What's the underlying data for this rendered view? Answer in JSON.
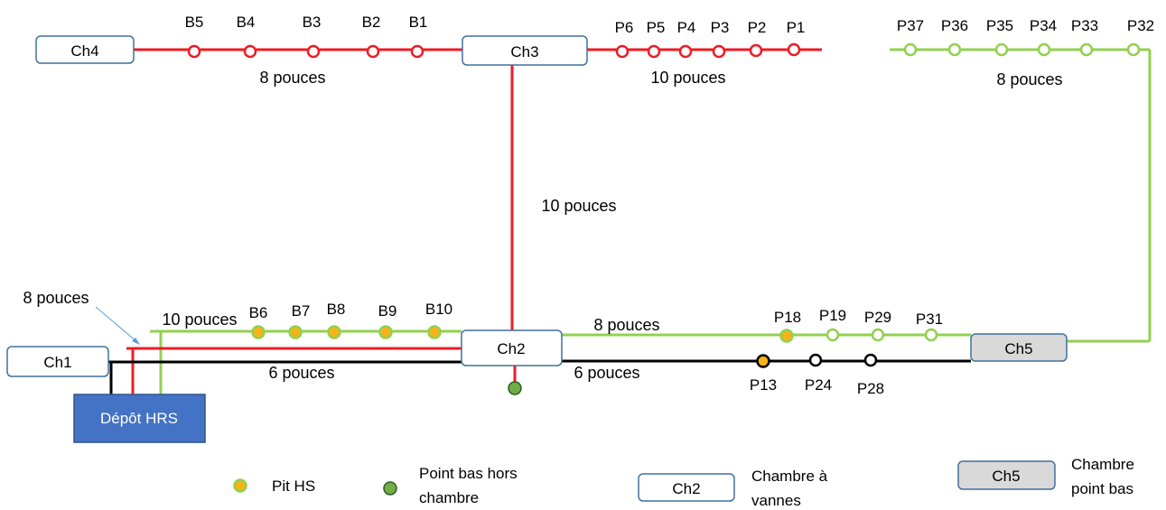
{
  "colors": {
    "red": "#ee1c25",
    "green": "#92d050",
    "black": "#000000",
    "pit_fill": "#f6b21a",
    "low_point_fill": "#70ad47",
    "low_point_stroke": "#2f5f1f",
    "depot_fill": "#4472c4",
    "depot_stroke": "#2f528f",
    "chamber_gray": "#d9d9d9",
    "chamber_stroke": "#41719c"
  },
  "chambers": {
    "ch1": "Ch1",
    "ch2": "Ch2",
    "ch3": "Ch3",
    "ch4": "Ch4",
    "ch5": "Ch5"
  },
  "depot": "Dépôt HRS",
  "pipe_labels": {
    "ch4_ch3": "8 pouces",
    "ch3_east": "10 pouces",
    "ch3_ch2": "10 pouces",
    "p37_p32": "8 pouces",
    "west_green": "10 pouces",
    "west_red_callout": "8 pouces",
    "west_black": "6 pouces",
    "ch2_ch5_green": "8 pouces",
    "ch2_ch5_black": "6 pouces"
  },
  "nodes": {
    "b5": "B5",
    "b4": "B4",
    "b3": "B3",
    "b2": "B2",
    "b1": "B1",
    "p6": "P6",
    "p5": "P5",
    "p4": "P4",
    "p3": "P3",
    "p2": "P2",
    "p1": "P1",
    "p37": "P37",
    "p36": "P36",
    "p35": "P35",
    "p34": "P34",
    "p33": "P33",
    "p32": "P32",
    "b6": "B6",
    "b7": "B7",
    "b8": "B8",
    "b9": "B9",
    "b10": "B10",
    "p18": "P18",
    "p19": "P19",
    "p29": "P29",
    "p31": "P31",
    "p13": "P13",
    "p24": "P24",
    "p28": "P28"
  },
  "legend": {
    "pit": "Pit HS",
    "low_point_line1": "Point bas hors",
    "low_point_line2": "chambre",
    "valve_chamber_box": "Ch2",
    "valve_chamber_line1": "Chambre à",
    "valve_chamber_line2": "vannes",
    "low_chamber_box": "Ch5",
    "low_chamber_line1": "Chambre",
    "low_chamber_line2": "point bas"
  }
}
